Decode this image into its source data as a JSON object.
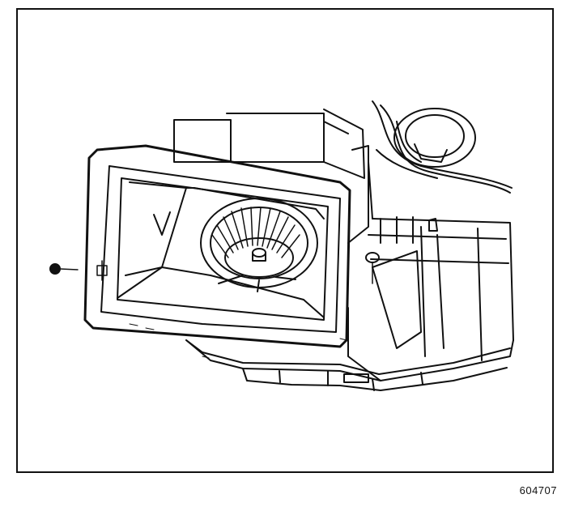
{
  "figure": {
    "number": "604707",
    "line_color": "#111111",
    "background": "#ffffff"
  },
  "components": {
    "housing": "blower-housing",
    "cover": "blower-motor-cover",
    "wheel": "blower-wheel",
    "fastener": "screw",
    "harness": "wiring-harness",
    "resistor": "resistor-disc"
  }
}
